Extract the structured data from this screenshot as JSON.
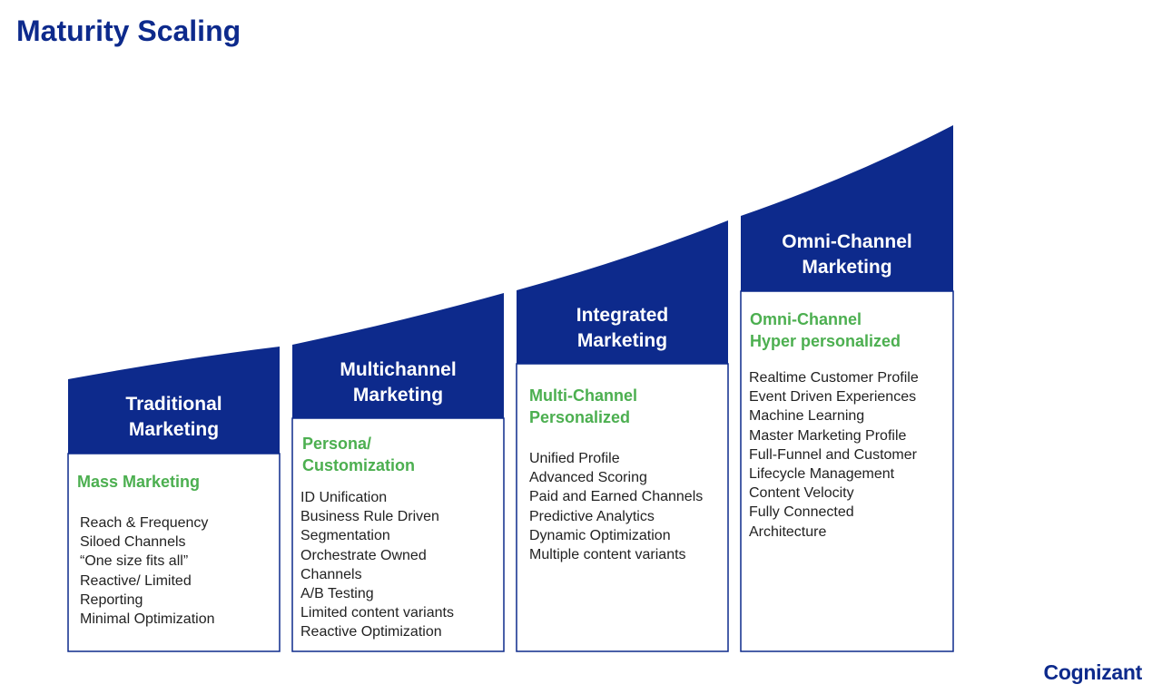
{
  "title": "Maturity Scaling",
  "colors": {
    "brand_blue": "#0d2a8c",
    "accent_green": "#4caf50",
    "text": "#222222"
  },
  "stages": [
    {
      "heading": [
        "Traditional",
        "Marketing"
      ],
      "subtitle": [
        "Mass Marketing"
      ],
      "items": [
        "Reach & Frequency",
        "Siloed Channels",
        "“One size fits all”",
        "Reactive/ Limited",
        "Reporting",
        "Minimal Optimization"
      ]
    },
    {
      "heading": [
        "Multichannel",
        "Marketing"
      ],
      "subtitle": [
        "Persona/",
        "Customization"
      ],
      "items": [
        "ID Unification",
        "Business Rule Driven",
        "Segmentation",
        "Orchestrate Owned",
        "Channels",
        "A/B Testing",
        "Limited content variants",
        "Reactive Optimization"
      ]
    },
    {
      "heading": [
        "Integrated",
        "Marketing"
      ],
      "subtitle": [
        "Multi-Channel",
        "Personalized"
      ],
      "items": [
        "Unified Profile",
        "Advanced Scoring",
        "Paid and Earned Channels",
        "Predictive Analytics",
        "Dynamic Optimization",
        "Multiple content variants"
      ]
    },
    {
      "heading": [
        "Omni-Channel",
        "Marketing"
      ],
      "subtitle": [
        "Omni-Channel",
        "Hyper personalized"
      ],
      "items": [
        "Realtime Customer Profile",
        "Event Driven Experiences",
        "Machine Learning",
        "Master Marketing Profile",
        "Full-Funnel and Customer",
        "Lifecycle Management",
        "Content Velocity",
        "Fully Connected",
        "Architecture"
      ]
    }
  ],
  "logo": "Cognizant"
}
